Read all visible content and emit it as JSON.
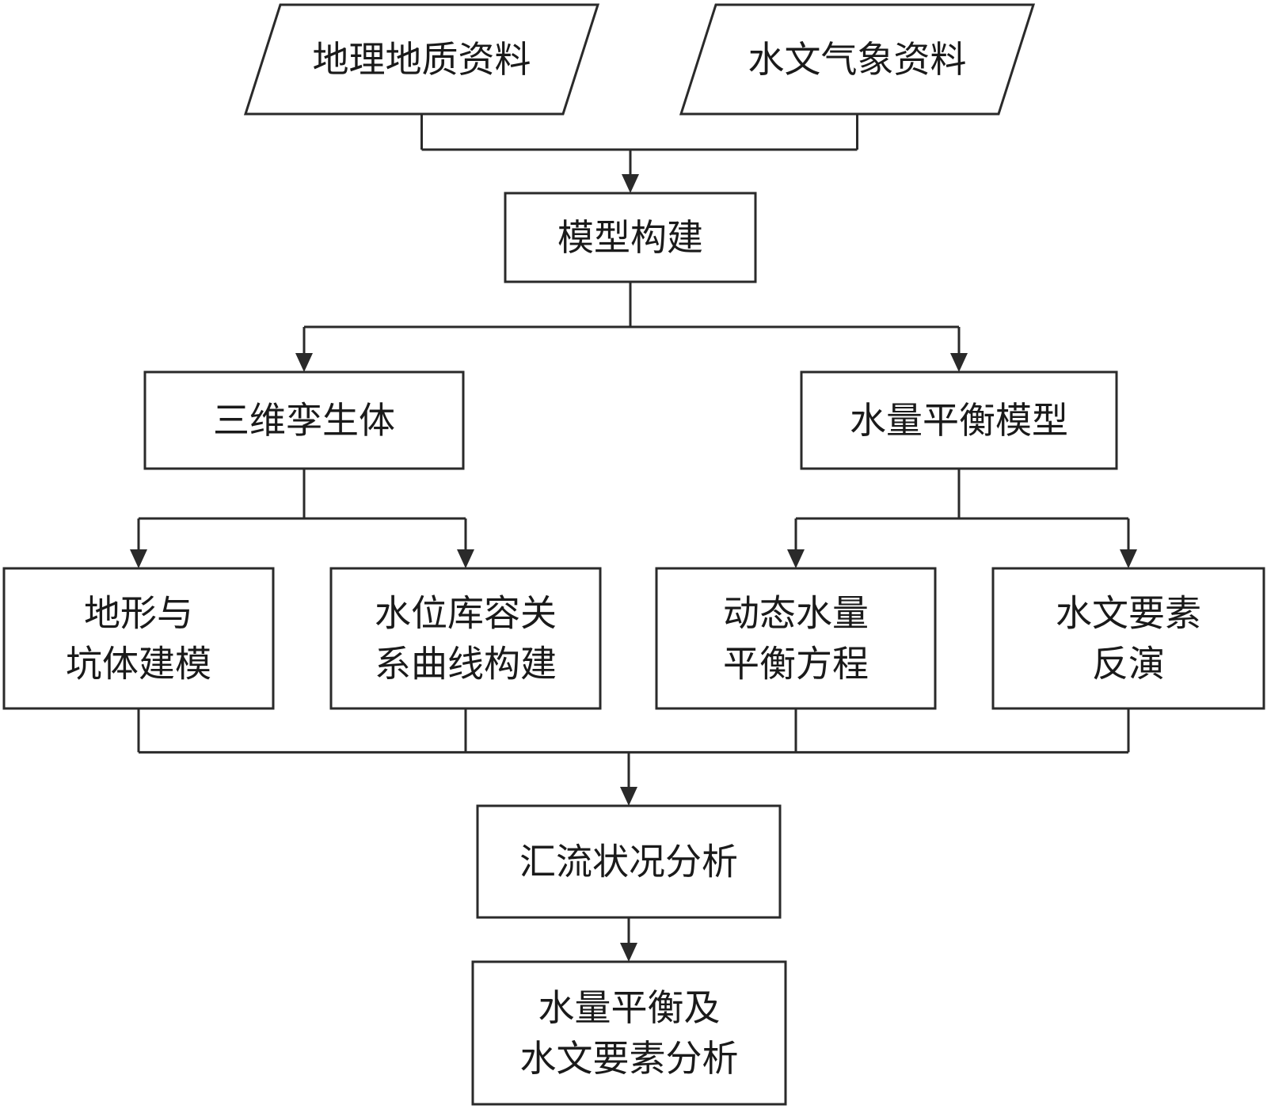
{
  "diagram": {
    "nodes": [
      {
        "id": "geo_data",
        "shape": "parallelogram",
        "lines": [
          "地理地质资料"
        ]
      },
      {
        "id": "hydro_data",
        "shape": "parallelogram",
        "lines": [
          "水文气象资料"
        ]
      },
      {
        "id": "model_build",
        "shape": "rect",
        "lines": [
          "模型构建"
        ]
      },
      {
        "id": "digital_twin",
        "shape": "rect",
        "lines": [
          "三维孪生体"
        ]
      },
      {
        "id": "water_balance_model",
        "shape": "rect",
        "lines": [
          "水量平衡模型"
        ]
      },
      {
        "id": "terrain_pit",
        "shape": "rect",
        "lines": [
          "地形与",
          "坑体建模"
        ]
      },
      {
        "id": "level_capacity",
        "shape": "rect",
        "lines": [
          "水位库容关",
          "系曲线构建"
        ]
      },
      {
        "id": "dynamic_equation",
        "shape": "rect",
        "lines": [
          "动态水量",
          "平衡方程"
        ]
      },
      {
        "id": "hydro_inversion",
        "shape": "rect",
        "lines": [
          "水文要素",
          "反演"
        ]
      },
      {
        "id": "confluence",
        "shape": "rect",
        "lines": [
          "汇流状况分析"
        ]
      },
      {
        "id": "final_analysis",
        "shape": "rect",
        "lines": [
          "水量平衡及",
          "水文要素分析"
        ]
      }
    ],
    "edges": [
      {
        "from": [
          "geo_data",
          "hydro_data"
        ],
        "to": [
          "model_build"
        ]
      },
      {
        "from": [
          "model_build"
        ],
        "to": [
          "digital_twin",
          "water_balance_model"
        ]
      },
      {
        "from": [
          "digital_twin"
        ],
        "to": [
          "terrain_pit",
          "level_capacity"
        ]
      },
      {
        "from": [
          "water_balance_model"
        ],
        "to": [
          "dynamic_equation",
          "hydro_inversion"
        ]
      },
      {
        "from": [
          "terrain_pit",
          "level_capacity",
          "dynamic_equation",
          "hydro_inversion"
        ],
        "to": [
          "confluence"
        ]
      },
      {
        "from": [
          "confluence"
        ],
        "to": [
          "final_analysis"
        ]
      }
    ]
  }
}
